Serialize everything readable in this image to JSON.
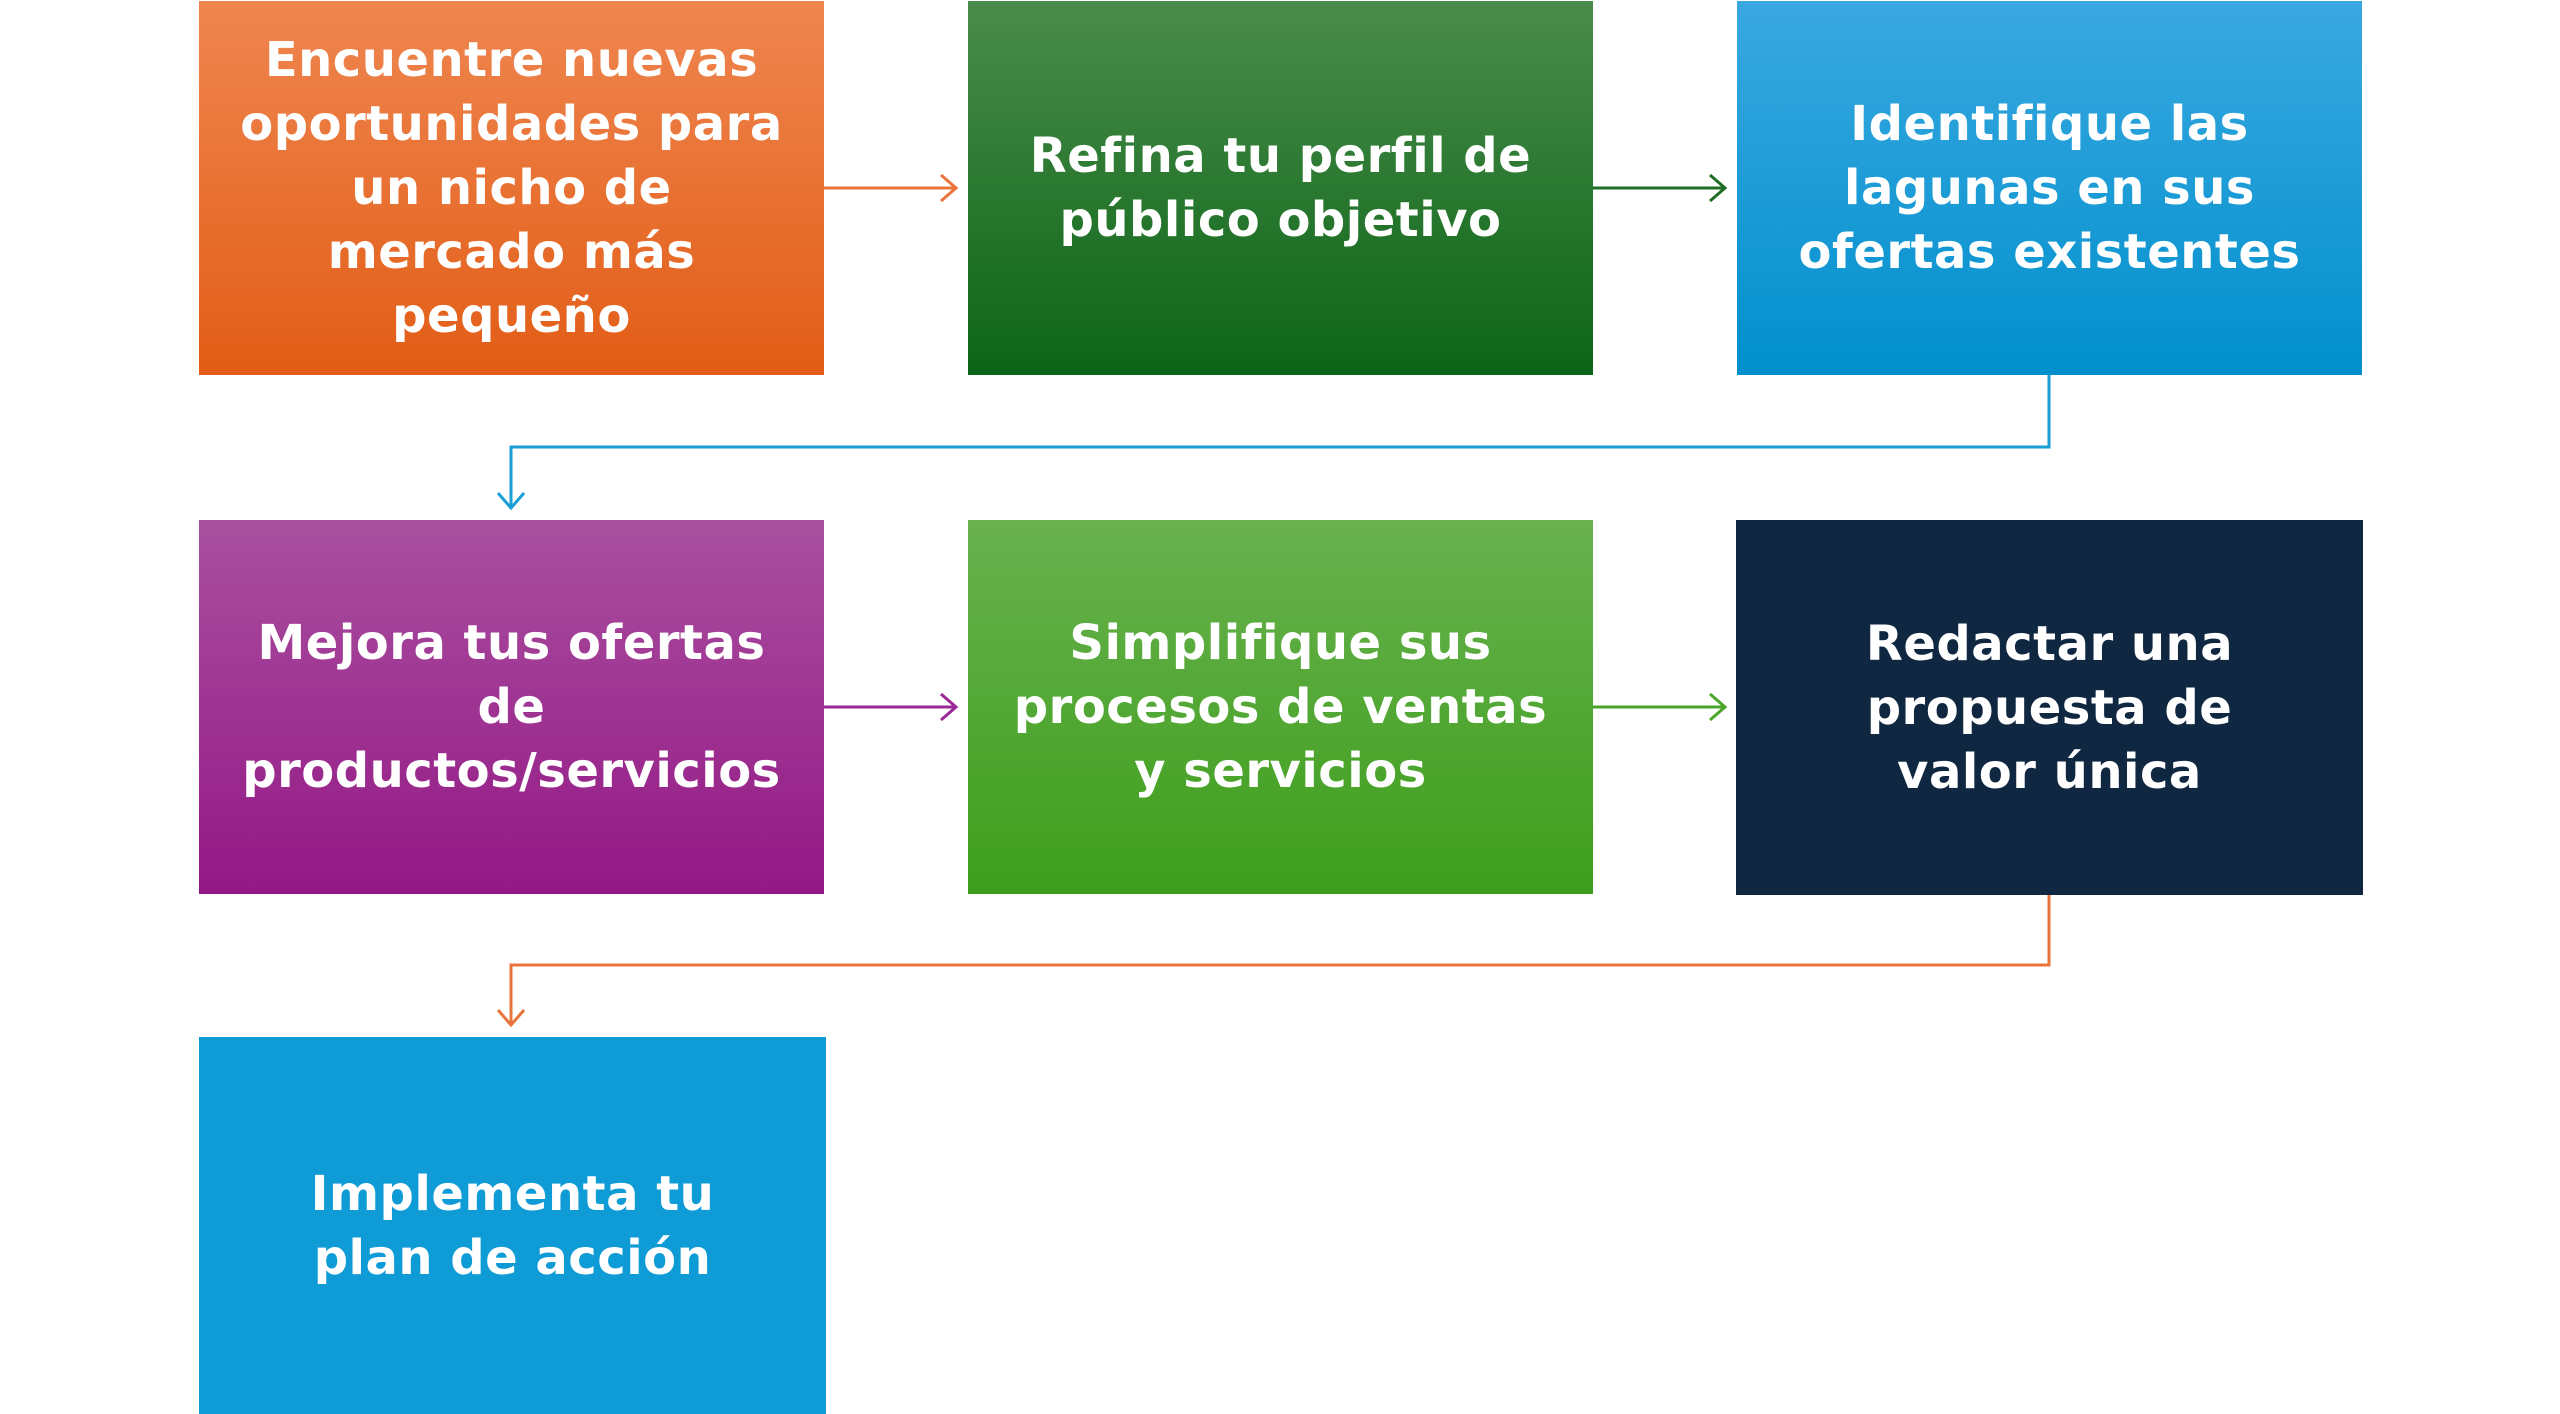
{
  "diagram": {
    "steps": [
      {
        "label": "Encuentre nuevas oportunidades para un nicho de mercado más pequeño",
        "color": "#e86a2c"
      },
      {
        "label": "Refina tu perfil de público objetivo",
        "color": "#1a6b24"
      },
      {
        "label": "Identifique las lagunas en sus ofertas existentes",
        "color": "#0b99d6"
      },
      {
        "label": "Mejora tus ofertas de productos/servicios",
        "color": "#9a2490"
      },
      {
        "label": "Simplifique sus procesos de ventas y servicios",
        "color": "#4aa52a"
      },
      {
        "label": "Redactar una propuesta de valor única",
        "color": "#102741"
      },
      {
        "label": "Implementa tu plan de acción",
        "color": "#0f9bd5"
      }
    ],
    "connector_colors": {
      "step1_to_step2": "#e8743b",
      "step2_to_step3": "#1f6d26",
      "step3_to_step4": "#1a9fd6",
      "step4_to_step5": "#9b2896",
      "step5_to_step6": "#4aa52a",
      "step6_to_step7": "#e8743b"
    }
  }
}
